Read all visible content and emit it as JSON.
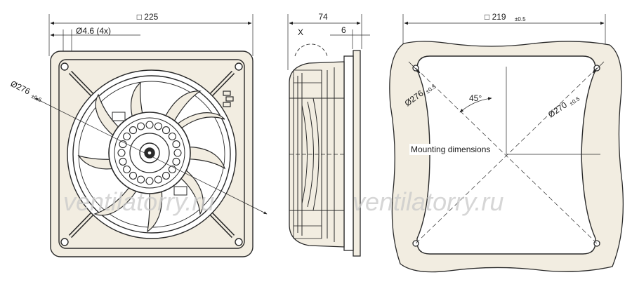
{
  "front_view": {
    "width_label": "□ 225",
    "hole_label": "Ø4.6 (4x)",
    "diameter_label": "Ø276",
    "diameter_tol": "±0.5"
  },
  "side_view": {
    "depth_label": "74",
    "flange_label": "6",
    "detail_label": "X"
  },
  "mount_view": {
    "width_label": "□ 219",
    "width_tol": "±0.5",
    "angle_label": "45°",
    "hole_circle_label": "Ø276",
    "hole_circle_tol": "±0.5",
    "opening_label": "Ø270",
    "opening_tol": "±0.5",
    "caption": "Mounting dimensions"
  },
  "watermark": "ventilatorry.ru",
  "colors": {
    "line": "#2a2a2a",
    "fill": "#f2ede1",
    "watermark": "#c9c9c9"
  }
}
